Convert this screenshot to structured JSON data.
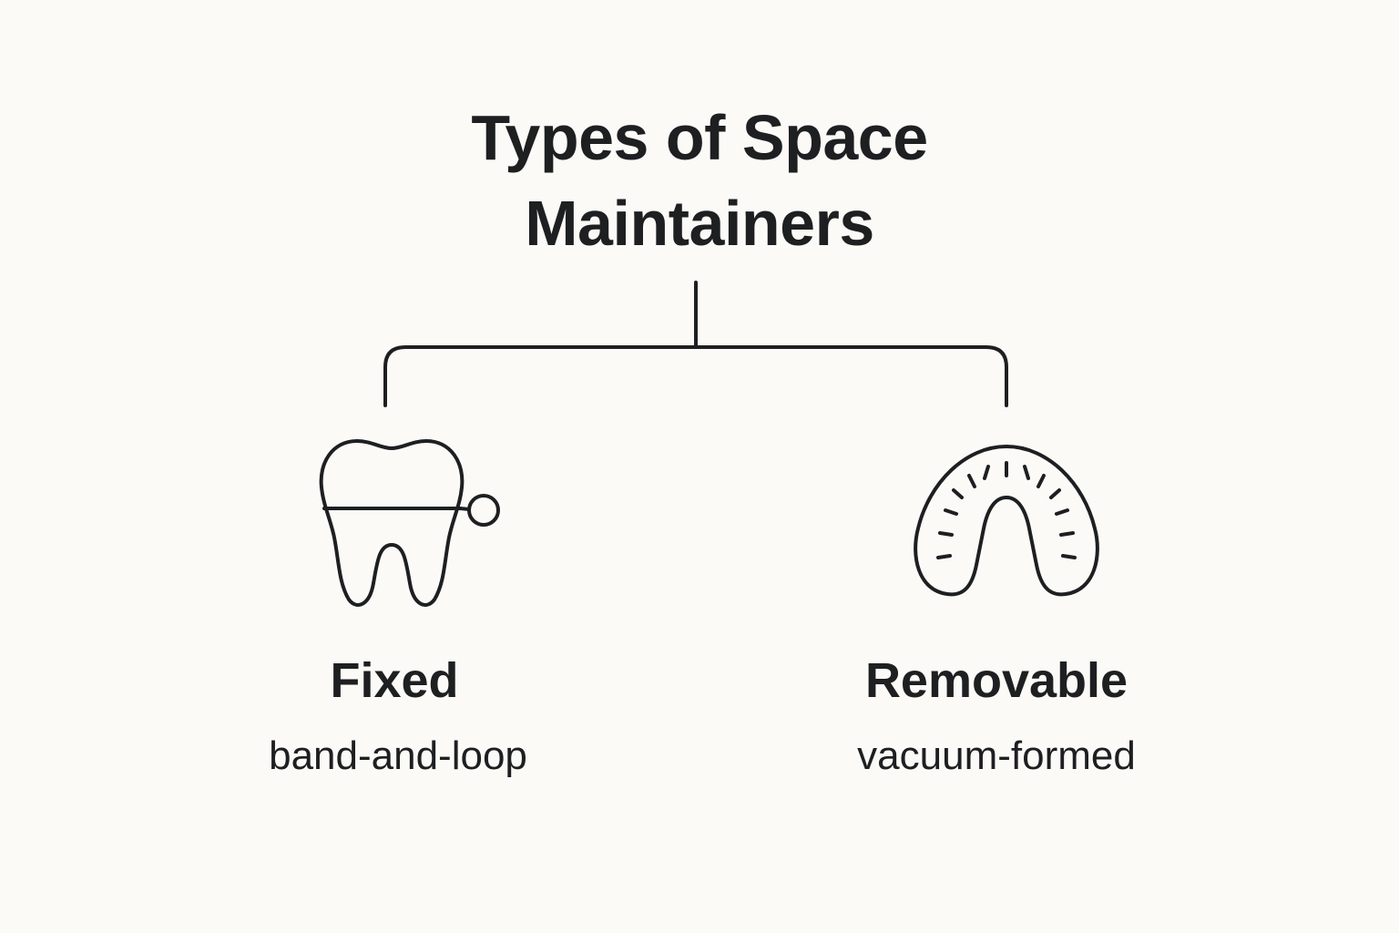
{
  "title": {
    "line1": "Types of Space",
    "line2": "Maintainers"
  },
  "branches": [
    {
      "label": "Fixed",
      "example": "band-and-loop",
      "icon": "tooth-band-loop-icon"
    },
    {
      "label": "Removable",
      "example": "vacuum-formed",
      "icon": "dental-retainer-icon"
    }
  ],
  "colors": {
    "background": "#fbfaf7",
    "ink": "#1d1f21"
  }
}
